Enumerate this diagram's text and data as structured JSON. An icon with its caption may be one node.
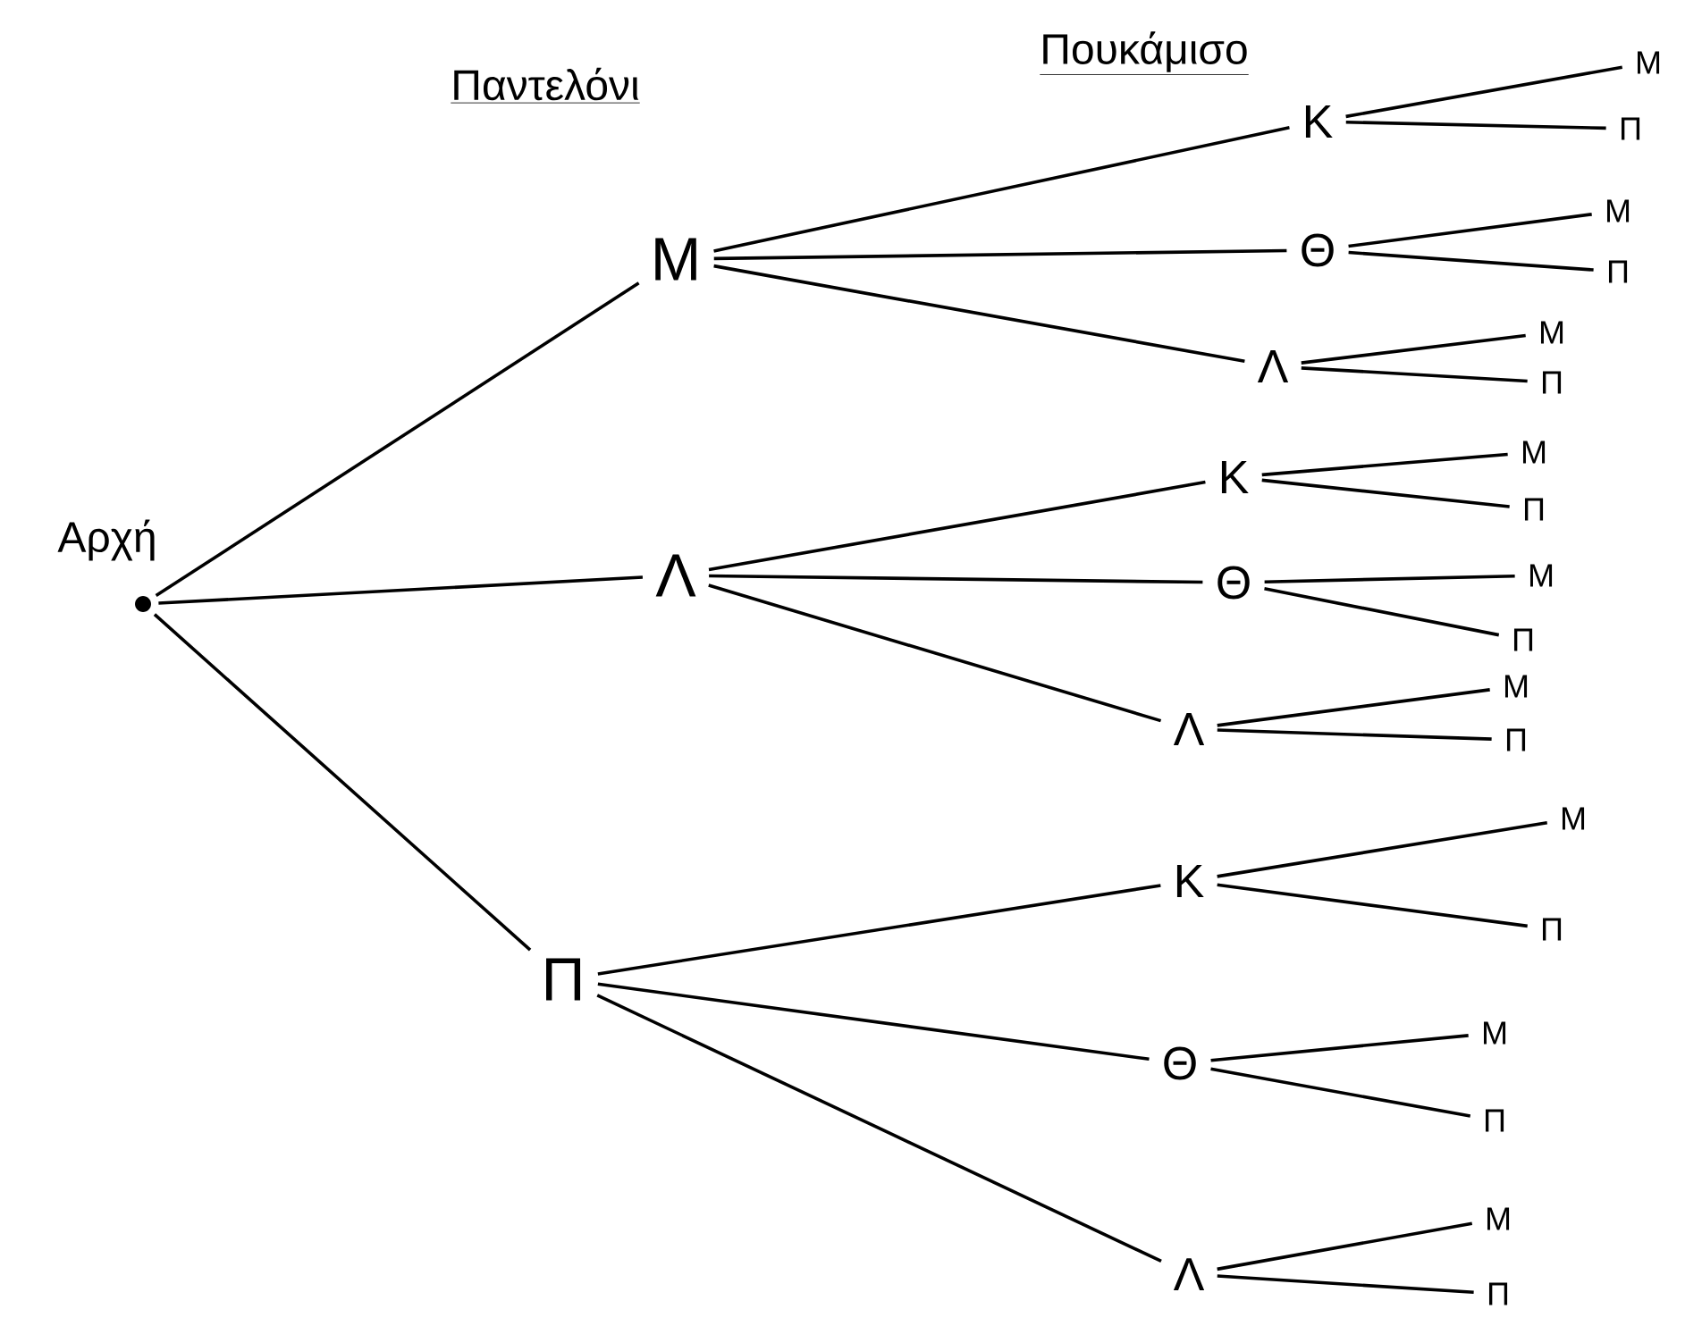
{
  "diagram": {
    "nodes": [
      {
        "text": [],
        "shape": "circle",
        "beside": [
          "Αρχή"
        ]
      },
      {
        "text": [
          "Μ"
        ]
      },
      {
        "text": [
          "Λ"
        ]
      },
      {
        "text": [
          "Π"
        ]
      },
      {
        "text": [
          "Κ"
        ]
      },
      {
        "text": [
          "Θ"
        ]
      },
      {
        "text": [
          "Λ"
        ]
      },
      {
        "text": [
          "Κ"
        ]
      },
      {
        "text": [
          "Θ"
        ]
      },
      {
        "text": [
          "Λ"
        ]
      },
      {
        "text": [
          "Κ"
        ]
      },
      {
        "text": [
          "Θ"
        ]
      },
      {
        "text": [
          "Λ"
        ]
      },
      {
        "text": [
          "Μ"
        ]
      },
      {
        "text": [
          "Π"
        ]
      },
      {
        "text": [
          "Μ"
        ]
      },
      {
        "text": [
          "Π"
        ]
      },
      {
        "text": [
          "Μ"
        ]
      },
      {
        "text": [
          "Π"
        ]
      },
      {
        "text": [
          "Μ"
        ]
      },
      {
        "text": [
          "Π"
        ]
      },
      {
        "text": [
          "Μ"
        ]
      },
      {
        "text": [
          "Π"
        ]
      },
      {
        "text": [
          "Μ"
        ]
      },
      {
        "text": [
          "Π"
        ]
      },
      {
        "text": [
          "Μ"
        ]
      },
      {
        "text": [
          "Π"
        ]
      },
      {
        "text": [
          "Μ"
        ]
      },
      {
        "text": [
          "Π"
        ]
      },
      {
        "text": [
          "Μ"
        ]
      },
      {
        "text": [
          "Π"
        ]
      }
    ],
    "edges": [
      {
        "from": 0,
        "to": 1,
        "arrow": "none"
      },
      {
        "from": 0,
        "to": 2,
        "arrow": "none"
      },
      {
        "from": 0,
        "to": 3,
        "arrow": "none"
      },
      {
        "from": 1,
        "to": 4,
        "arrow": "none"
      },
      {
        "from": 1,
        "to": 5,
        "arrow": "none"
      },
      {
        "from": 1,
        "to": 6,
        "arrow": "none"
      },
      {
        "from": 2,
        "to": 7,
        "arrow": "none"
      },
      {
        "from": 2,
        "to": 8,
        "arrow": "none"
      },
      {
        "from": 2,
        "to": 9,
        "arrow": "none"
      },
      {
        "from": 3,
        "to": 10,
        "arrow": "none"
      },
      {
        "from": 3,
        "to": 11,
        "arrow": "none"
      },
      {
        "from": 3,
        "to": 12,
        "arrow": "none"
      },
      {
        "from": 4,
        "to": 13,
        "arrow": "none"
      },
      {
        "from": 4,
        "to": 14,
        "arrow": "none"
      },
      {
        "from": 5,
        "to": 15,
        "arrow": "none"
      },
      {
        "from": 5,
        "to": 16,
        "arrow": "none"
      },
      {
        "from": 6,
        "to": 17,
        "arrow": "none"
      },
      {
        "from": 6,
        "to": 18,
        "arrow": "none"
      },
      {
        "from": 7,
        "to": 19,
        "arrow": "none"
      },
      {
        "from": 7,
        "to": 20,
        "arrow": "none"
      },
      {
        "from": 8,
        "to": 21,
        "arrow": "none"
      },
      {
        "from": 8,
        "to": 22,
        "arrow": "none"
      },
      {
        "from": 9,
        "to": 23,
        "arrow": "none"
      },
      {
        "from": 9,
        "to": 24,
        "arrow": "none"
      },
      {
        "from": 10,
        "to": 25,
        "arrow": "none"
      },
      {
        "from": 10,
        "to": 26,
        "arrow": "none"
      },
      {
        "from": 11,
        "to": 27,
        "arrow": "none"
      },
      {
        "from": 11,
        "to": 28,
        "arrow": "none"
      },
      {
        "from": 12,
        "to": 29,
        "arrow": "none"
      },
      {
        "from": 12,
        "to": 30,
        "arrow": "none"
      }
    ],
    "labels": [
      "Παντελόνι",
      "Πουκάμισο"
    ]
  }
}
